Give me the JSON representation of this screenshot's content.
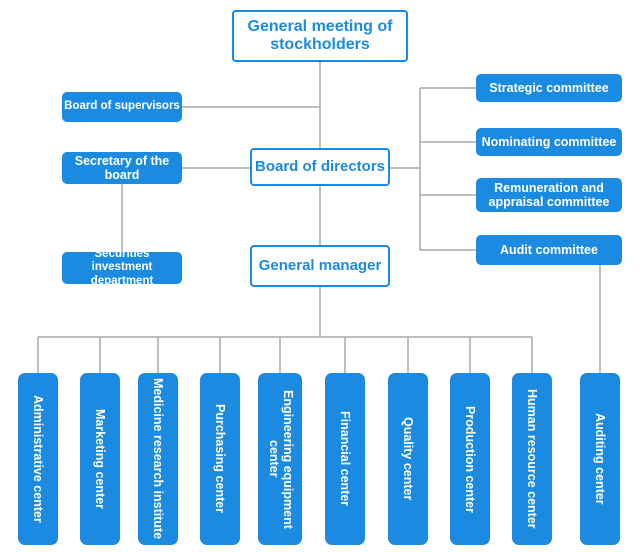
{
  "colors": {
    "accent": "#1a8be0",
    "line": "#a8a8a8"
  },
  "top": {
    "general_meeting": "General meeting of stockholders",
    "board_of_directors": "Board of directors",
    "general_manager": "General manager"
  },
  "left": {
    "board_of_supervisors": "Board of supervisors",
    "secretary": "Secretary of the board",
    "securities_dept": "Securities investment department"
  },
  "committees": [
    "Strategic committee",
    "Nominating committee",
    "Remuneration and appraisal committee",
    "Audit committee"
  ],
  "centers": [
    "Administrative center",
    "Marketing center",
    "Medicine research institute",
    "Purchasing center",
    "Engineering equipment center",
    "Financial center",
    "Quality center",
    "Production center",
    "Human resource center"
  ],
  "auditing_center": "Auditing center"
}
